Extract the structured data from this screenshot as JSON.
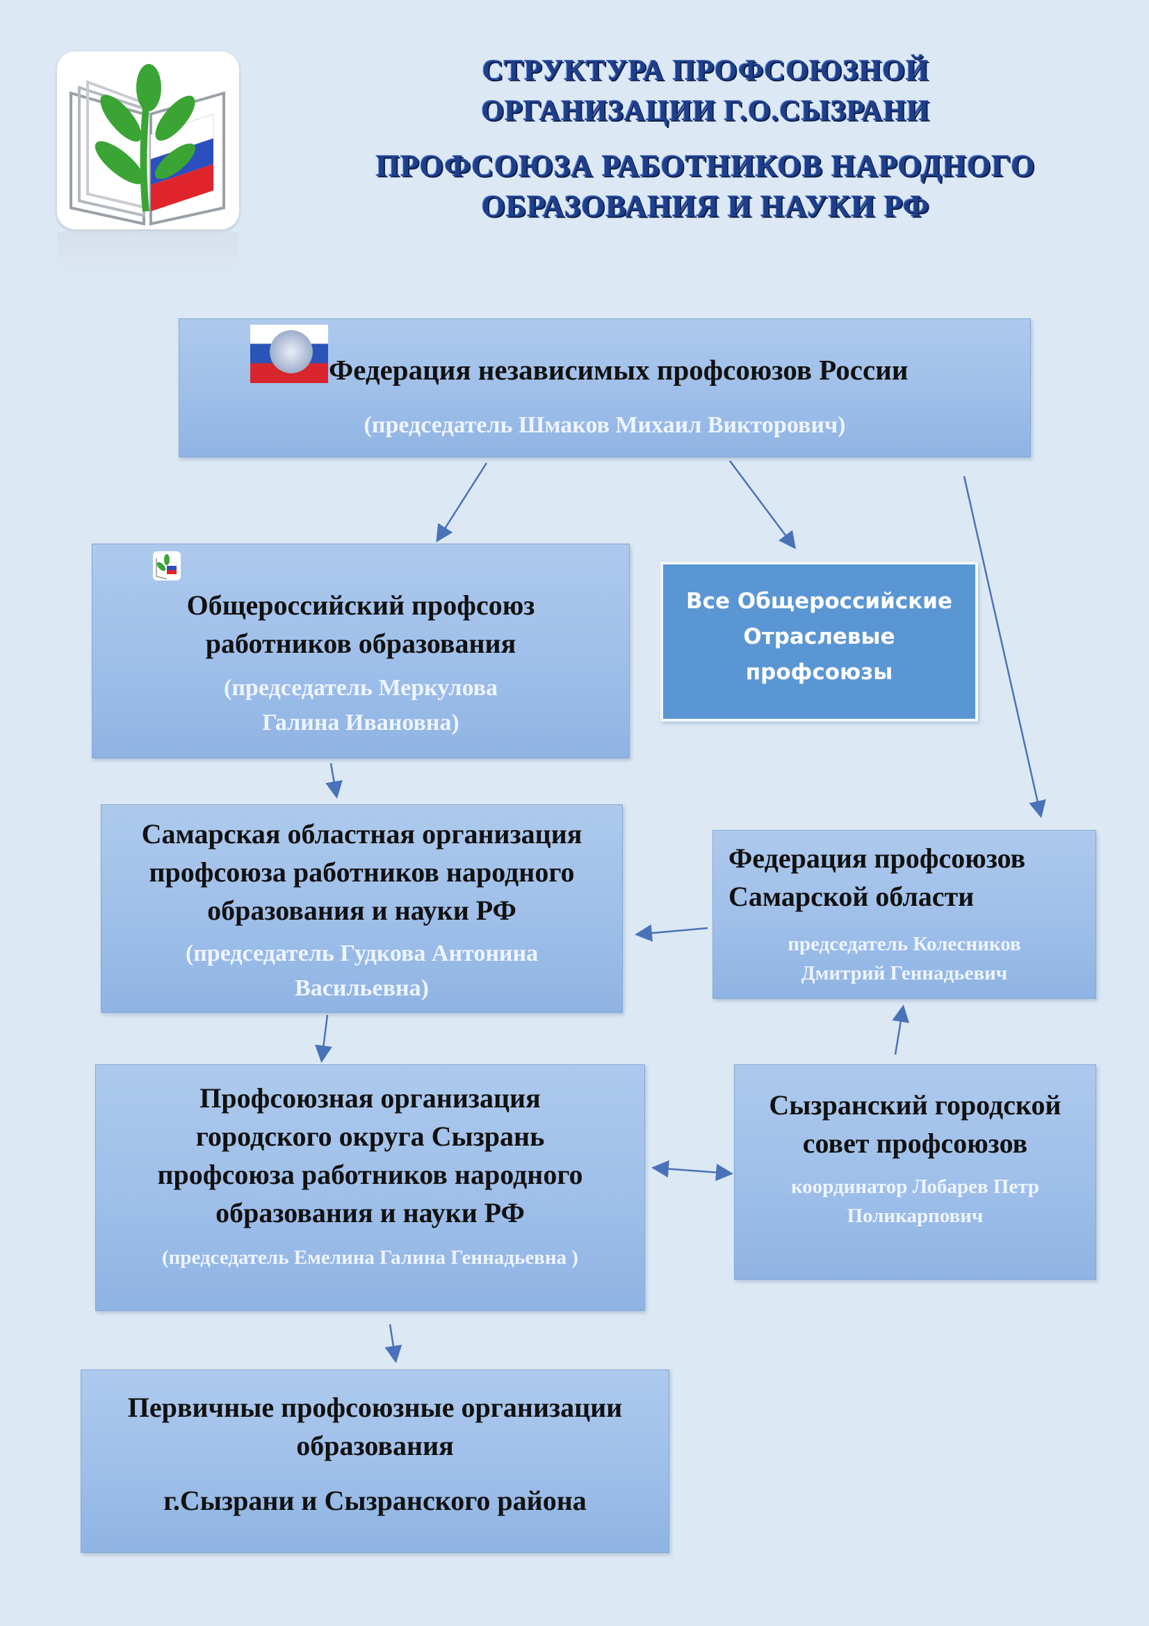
{
  "header": {
    "line1": "СТРУКТУРА ПРОФСОЮЗНОЙ",
    "line2": "ОРГАНИЗАЦИИ Г.О.СЫЗРАНИ",
    "line3": "ПРОФСОЮЗА РАБОТНИКОВ НАРОДНОГО",
    "line4": "ОБРАЗОВАНИЯ И НАУКИ РФ"
  },
  "colors": {
    "background": "#dce8f4",
    "box": "#a7c4ea",
    "accent_box": "#5b96d4",
    "title": "#1e3f8c",
    "arrow": "#4a72b8"
  },
  "nodes": {
    "fnpr": {
      "name": "Федерация независимых профсоюзов России",
      "chair": "(председатель Шмаков Михаил Викторович)"
    },
    "esur": {
      "name_l1": "Общероссийский профсоюз",
      "name_l2": "работников образования",
      "chair_l1": "(председатель Меркулова",
      "chair_l2": "Галина Ивановна)"
    },
    "all_sector": {
      "l1": "Все Общероссийские",
      "l2": "Отраслевые",
      "l3": "профсоюзы"
    },
    "samara_org": {
      "name_l1": "Самарская областная организация",
      "name_l2": "профсоюза работников народного",
      "name_l3": "образования и науки РФ",
      "chair_l1": "(председатель Гудкова Антонина",
      "chair_l2": "Васильевна)"
    },
    "fed_samara": {
      "name_l1": "Федерация профсоюзов",
      "name_l2": "Самарской области",
      "chair_l1": "председатель Колесников",
      "chair_l2": "Дмитрий Геннадьевич"
    },
    "syzran_org": {
      "name_l1": "Профсоюзная организация",
      "name_l2": "городского округа Сызрань",
      "name_l3": "профсоюза работников народного",
      "name_l4": "образования и науки РФ",
      "chair": "(председатель Емелина Галина Геннадьевна )"
    },
    "syzran_council": {
      "name_l1": "Сызранский городской",
      "name_l2": "совет профсоюзов",
      "coord_l1": "координатор Лобарев Петр",
      "coord_l2": "Поликарпович"
    },
    "primary": {
      "l1": "Первичные профсоюзные организации",
      "l2": "образования",
      "l3": "г.Сызрани и Сызранского района"
    }
  }
}
